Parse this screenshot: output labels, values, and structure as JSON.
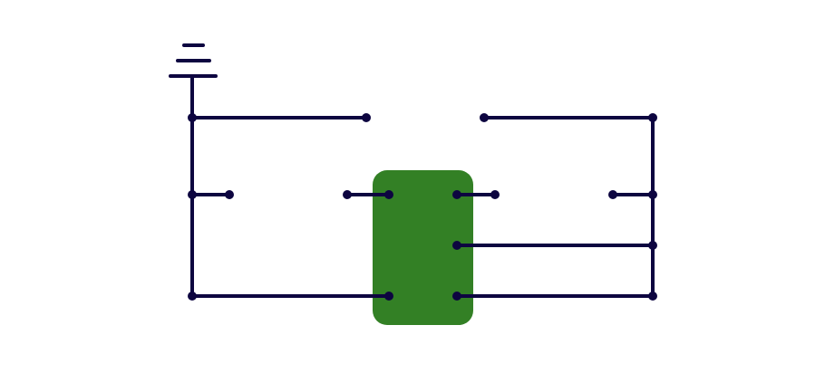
{
  "diagram": {
    "type": "circuit-schematic",
    "colors": {
      "background": "#ffffff",
      "wire": "#0d0540",
      "node": "#0d0540",
      "component": "#338025"
    },
    "symbols": [
      "ground-symbol"
    ],
    "components": [
      "integrated-circuit-block"
    ]
  }
}
